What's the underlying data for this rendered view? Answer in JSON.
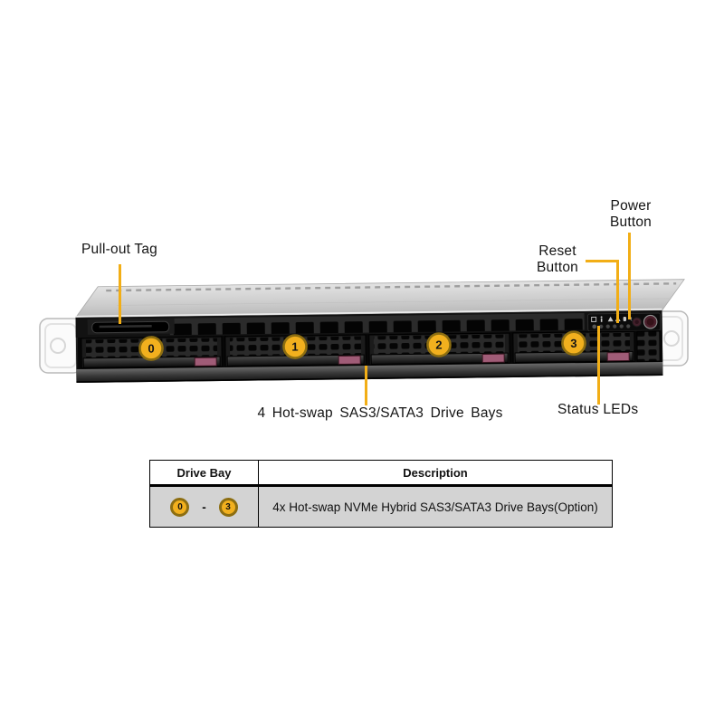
{
  "callouts": {
    "pull_out_tag": "Pull-out Tag",
    "power_button": [
      "Power",
      "Button"
    ],
    "reset_button": [
      "Reset",
      "Button"
    ],
    "drive_bays_caption": "4 Hot-swap SAS3/SATA3 Drive Bays",
    "status_leds": "Status LEDs"
  },
  "server": {
    "bays": [
      {
        "label": "0"
      },
      {
        "label": "1"
      },
      {
        "label": "2"
      },
      {
        "label": "3"
      }
    ],
    "control_panel_icons": [
      "info",
      "triangle-warning",
      "triangle-warning",
      "hdd",
      "flash"
    ]
  },
  "table": {
    "headers": [
      "Drive Bay",
      "Description"
    ],
    "row": {
      "bay_start": "0",
      "separator": "-",
      "bay_end": "3",
      "description": "4x Hot-swap NVMe Hybrid SAS3/SATA3 Drive Bays(Option)"
    }
  },
  "colors": {
    "callout_line": "#F2AE16",
    "bay_badge_fill": "#F2B01E",
    "bay_badge_border": "#8d6e11",
    "latch": "#a05c77",
    "table_row_bg": "#d3d3d3"
  }
}
